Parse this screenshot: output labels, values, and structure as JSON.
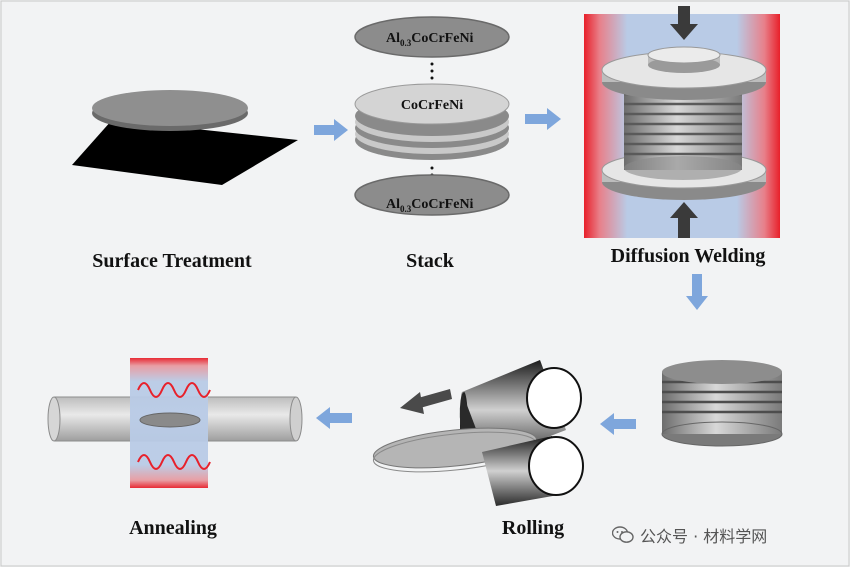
{
  "steps": {
    "surface_treatment": "Surface Treatment",
    "stack": "Stack",
    "diffusion_welding": "Diffusion Welding",
    "rolling": "Rolling",
    "annealing": "Annealing"
  },
  "discs": {
    "top_base": "Al",
    "top_sub": "0.3",
    "top_rest": "CoCrFeNi",
    "middle": "CoCrFeNi",
    "bottom_base": "Al",
    "bottom_sub": "0.3",
    "bottom_rest": "CoCrFeNi"
  },
  "watermark": "公众号 · 材料学网",
  "colors": {
    "flow_arrow": "#7ea6dc",
    "heat_red": "#e8202a",
    "heat_blue": "#b9cbe6",
    "disc_gray": "#8c8c8c"
  }
}
